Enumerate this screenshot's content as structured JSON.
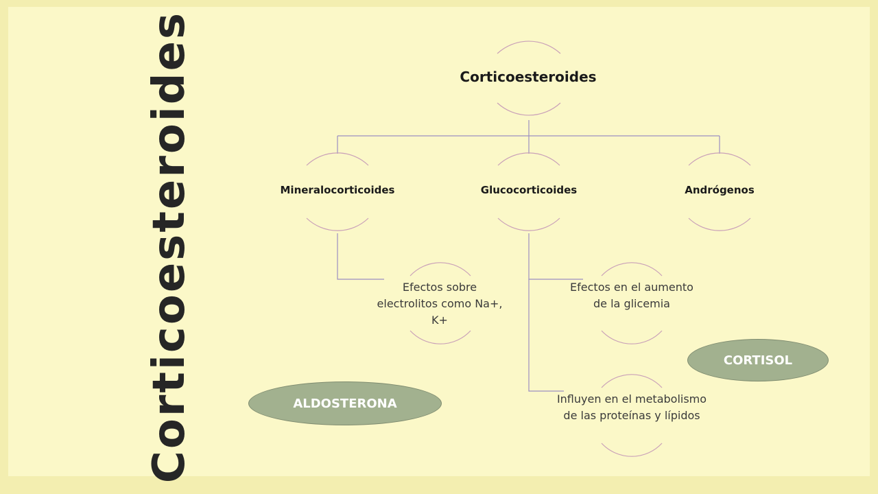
{
  "side_title": "Corticoesteroides",
  "diagram": {
    "root": "Corticoesteroides",
    "level2": [
      "Mineralocorticoides",
      "Glucocorticoides",
      "Andrógenos"
    ],
    "effects": {
      "electrolitos": "Efectos sobre electrolitos como Na+, K+",
      "glicemia": "Efectos en el aumento de la glicemia",
      "metabolismo": "Influyen en el metabolismo de las proteínas y lípidos"
    }
  },
  "badges": {
    "cortisol": "CORTISOL",
    "aldosterona": "ALDOSTERONA"
  },
  "colors": {
    "background": "#fbf8c8",
    "connector": "#9b8fc2",
    "arc": "#c9a0b8",
    "badge_fill": "#a2b18f",
    "badge_text": "#ffffff"
  }
}
